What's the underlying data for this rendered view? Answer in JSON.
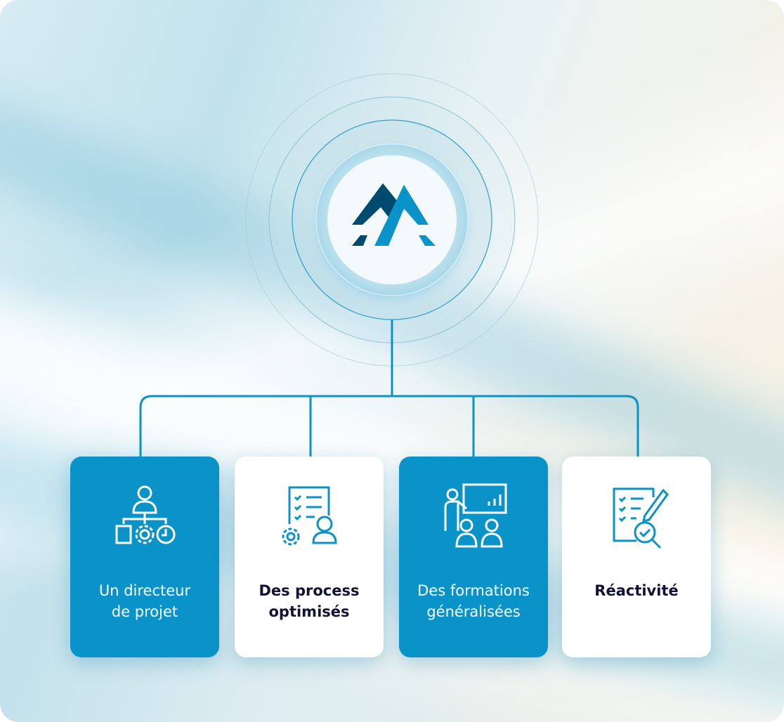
{
  "logo": {
    "name": "company-logo",
    "colors": {
      "dark": "#00496f",
      "light": "#0a93c8"
    }
  },
  "cards": [
    {
      "label_line1": "Un directeur",
      "label_line2": "de projet",
      "icon": "org-chart-icon",
      "style": "blue"
    },
    {
      "label_line1": "Des process",
      "label_line2": "optimisés",
      "icon": "checklist-user-icon",
      "style": "white"
    },
    {
      "label_line1": "Des formations",
      "label_line2": "généralisées",
      "icon": "training-presentation-icon",
      "style": "blue"
    },
    {
      "label_line1": "Réactivité",
      "label_line2": "",
      "icon": "checklist-search-icon",
      "style": "white"
    }
  ],
  "colors": {
    "accent": "#0a93c8",
    "dark_text": "#121236"
  }
}
